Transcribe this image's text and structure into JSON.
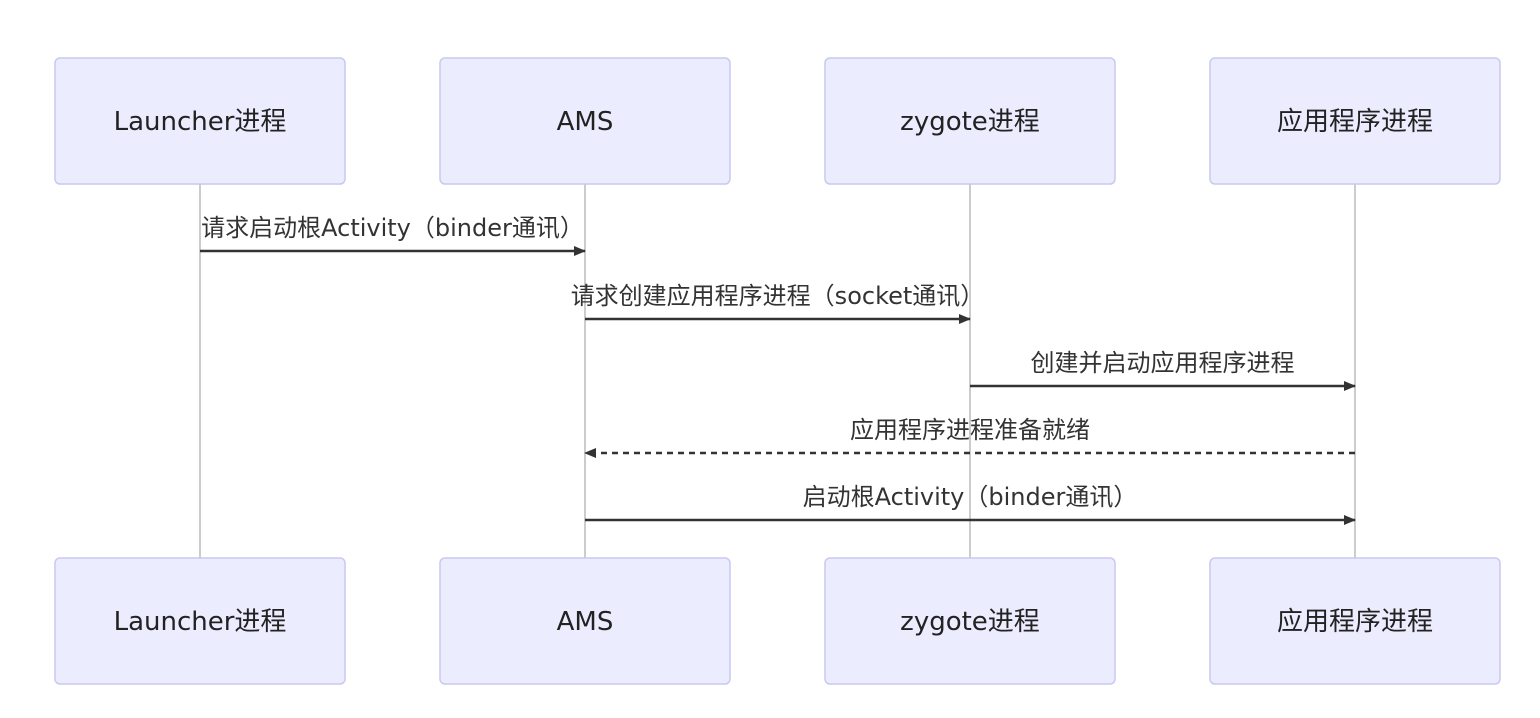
{
  "actors": [
    {
      "id": "launcher",
      "label": "Launcher进程"
    },
    {
      "id": "ams",
      "label": "AMS"
    },
    {
      "id": "zygote",
      "label": "zygote进程"
    },
    {
      "id": "app",
      "label": "应用程序进程"
    }
  ],
  "messages": [
    {
      "from": "launcher",
      "to": "ams",
      "label": "请求启动根Activity（binder通讯）",
      "style": "solid"
    },
    {
      "from": "ams",
      "to": "zygote",
      "label": "请求创建应用程序进程（socket通讯）",
      "style": "solid"
    },
    {
      "from": "zygote",
      "to": "app",
      "label": "创建并启动应用程序进程",
      "style": "solid"
    },
    {
      "from": "app",
      "to": "ams",
      "label": "应用程序进程准备就绪",
      "style": "dashed"
    },
    {
      "from": "ams",
      "to": "app",
      "label": "启动根Activity（binder通讯）",
      "style": "solid"
    }
  ],
  "colors": {
    "actor_fill": "#ececff",
    "actor_border": "#c9c9f0",
    "line": "#333333",
    "lifeline": "#999999"
  }
}
